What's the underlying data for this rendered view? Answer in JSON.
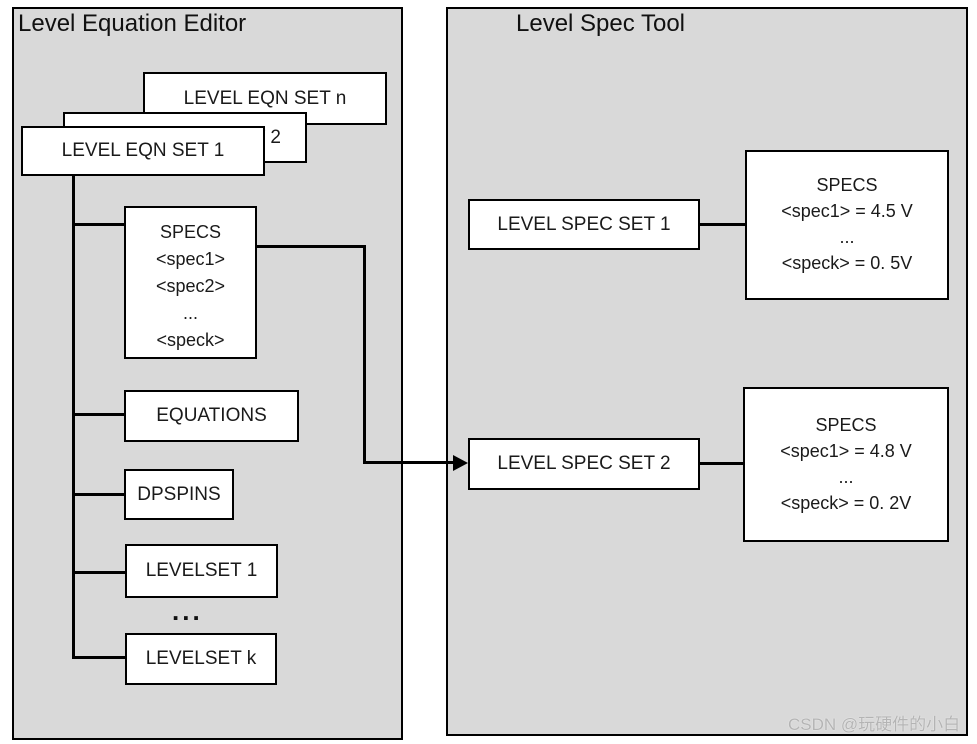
{
  "left_panel": {
    "title": "Level Equation Editor",
    "stack": {
      "set_n": "LEVEL EQN SET n",
      "set_2": "LEVEL EQN SET 2",
      "set_1": "LEVEL EQN SET 1"
    },
    "specs": {
      "heading": "SPECS",
      "items": [
        "<spec1>",
        "<spec2>",
        "...",
        "<speck>"
      ]
    },
    "equations_label": "EQUATIONS",
    "dpspins_label": "DPSPINS",
    "levelset1_label": "LEVELSET 1",
    "levelset_ellipsis": "...",
    "levelsetk_label": "LEVELSET k"
  },
  "right_panel": {
    "title": "Level Spec Tool",
    "spec_set_1": {
      "label": "LEVEL SPEC SET 1",
      "specs": {
        "heading": "SPECS",
        "lines": [
          "<spec1> = 4.5 V",
          "...",
          "<speck> = 0. 5V"
        ]
      }
    },
    "spec_set_2": {
      "label": "LEVEL SPEC SET 2",
      "specs": {
        "heading": "SPECS",
        "lines": [
          "<spec1> = 4.8 V",
          "...",
          "<speck> = 0. 2V"
        ]
      }
    }
  },
  "watermark": "CSDN @玩硬件的小白",
  "colors": {
    "panel_bg": "#d9d9d9",
    "box_bg": "#ffffff",
    "line": "#000000",
    "text": "#1a1a1a",
    "watermark": "#b3b3b3"
  }
}
